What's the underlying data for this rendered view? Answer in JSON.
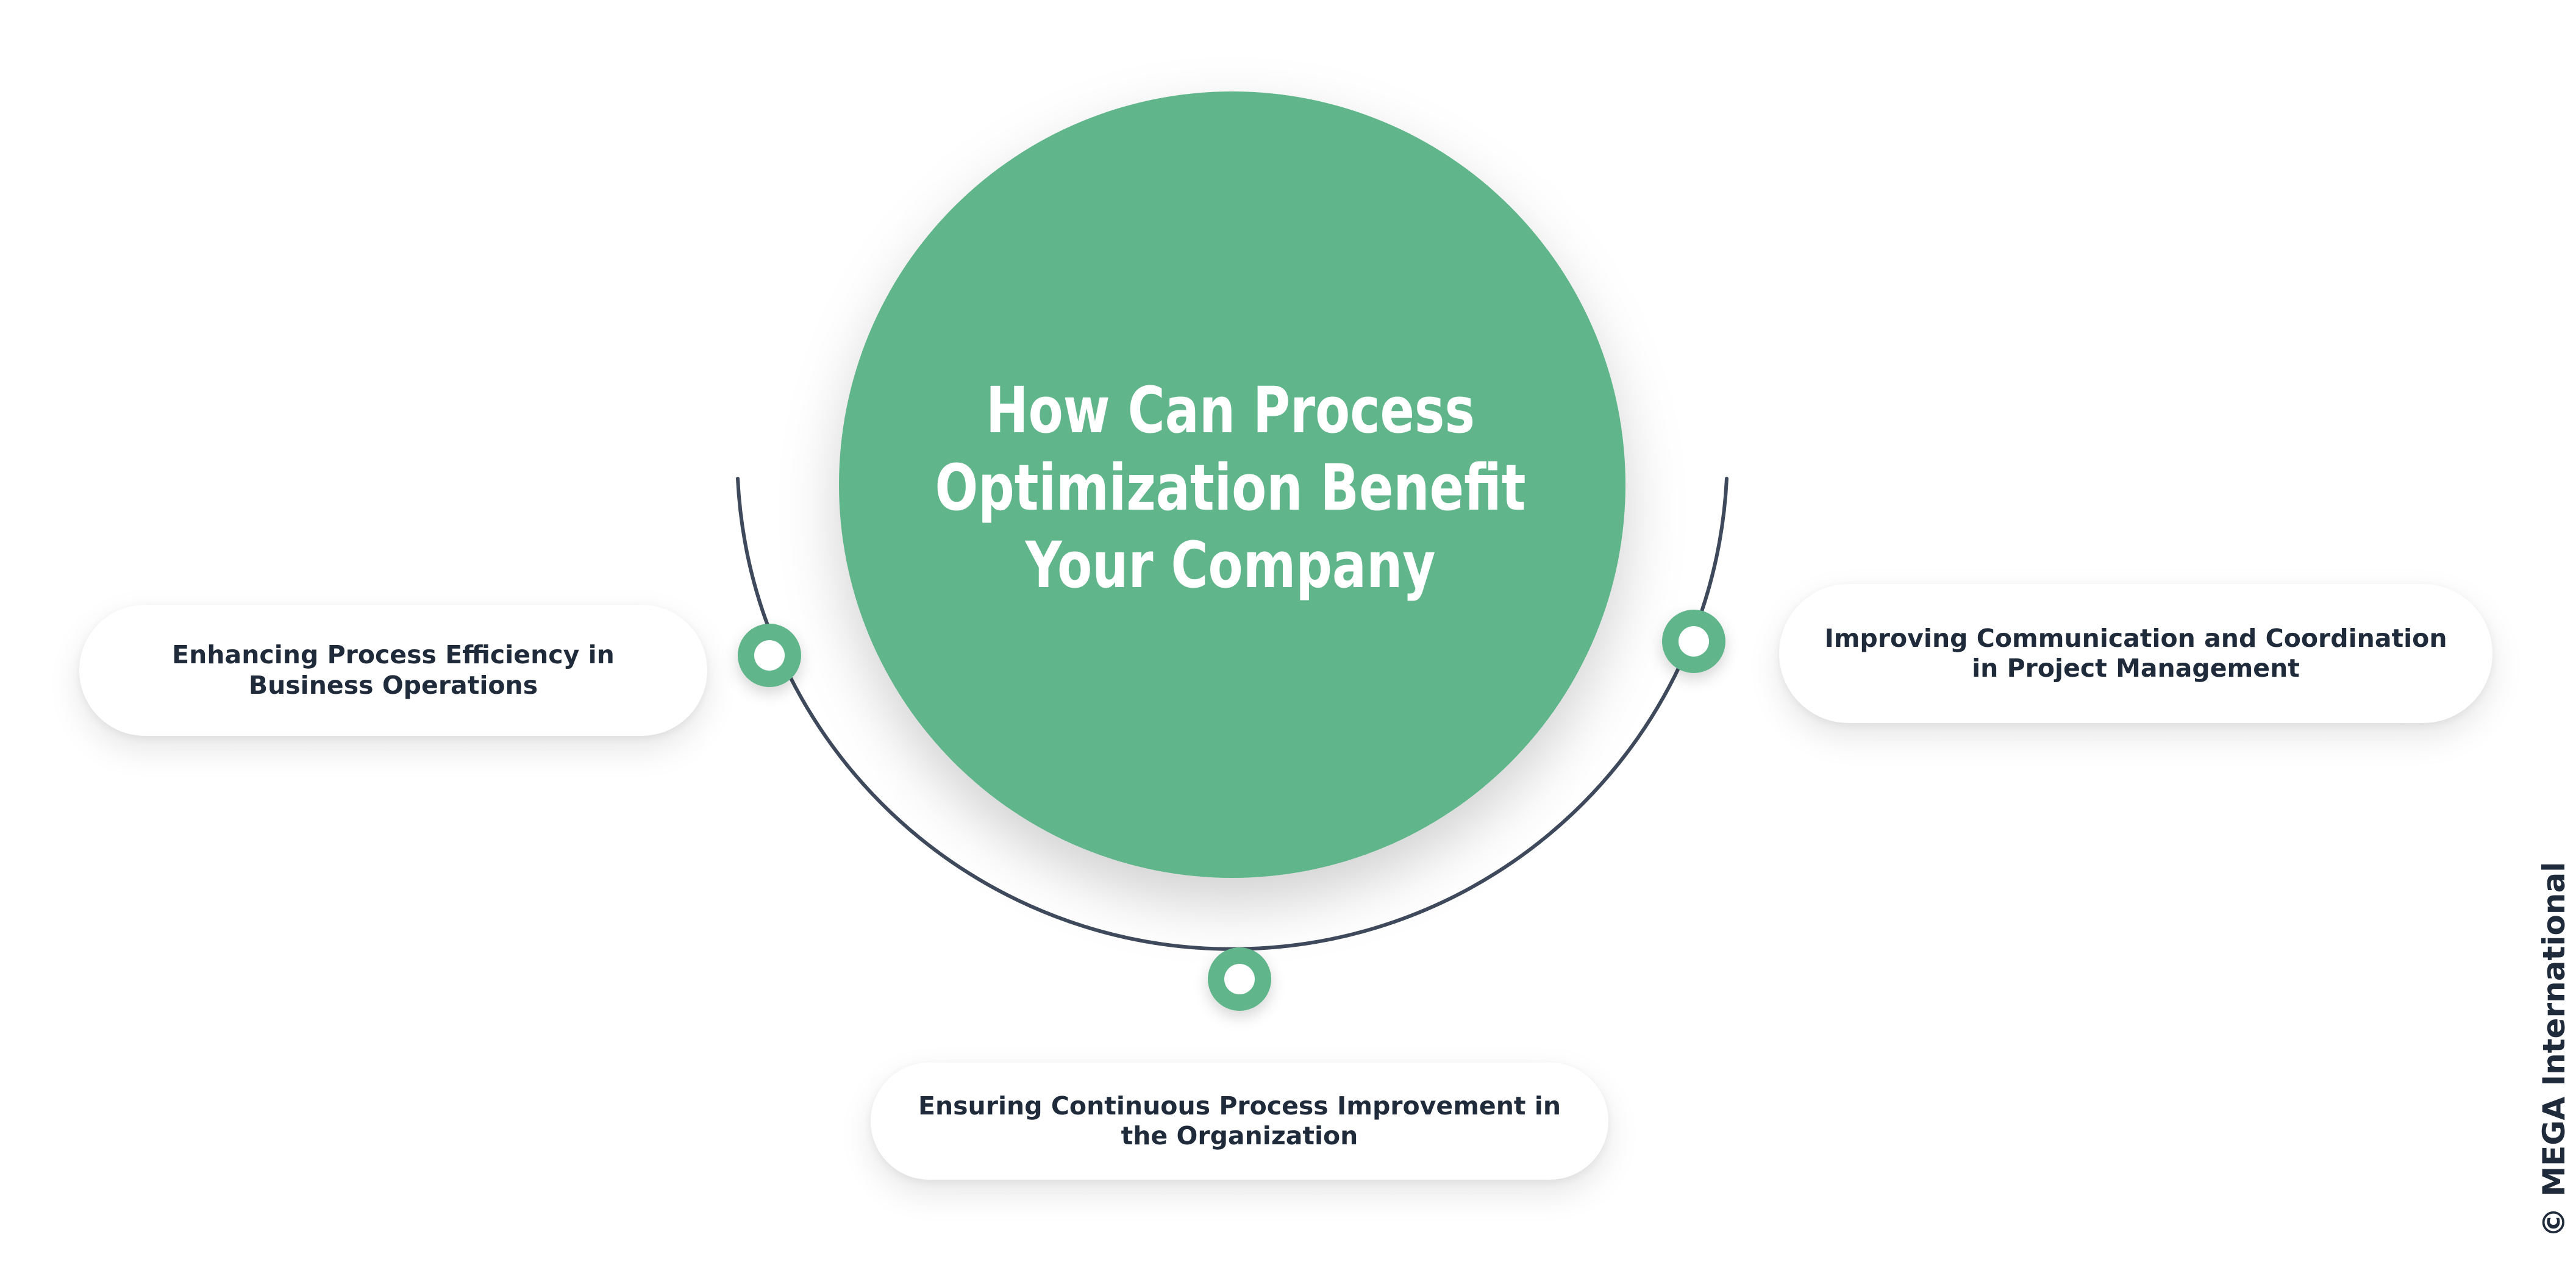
{
  "diagram": {
    "title": "How Can Process Optimization Benefit Your Company",
    "title_lines": [
      "How Can Process",
      "Optimization Benefit",
      "Your Company"
    ],
    "benefits": [
      {
        "label": "Enhancing Process Efficiency in Business Operations"
      },
      {
        "label": "Ensuring Continuous Process Improvement in the Organization"
      },
      {
        "label": "Improving Communication and Coordination in Project Management"
      }
    ],
    "colors": {
      "accent": "#61b58b",
      "arc": "#3e4a5c",
      "text": "#1f2a3a",
      "title_text": "#ffffff"
    }
  },
  "copyright": "© MEGA International"
}
